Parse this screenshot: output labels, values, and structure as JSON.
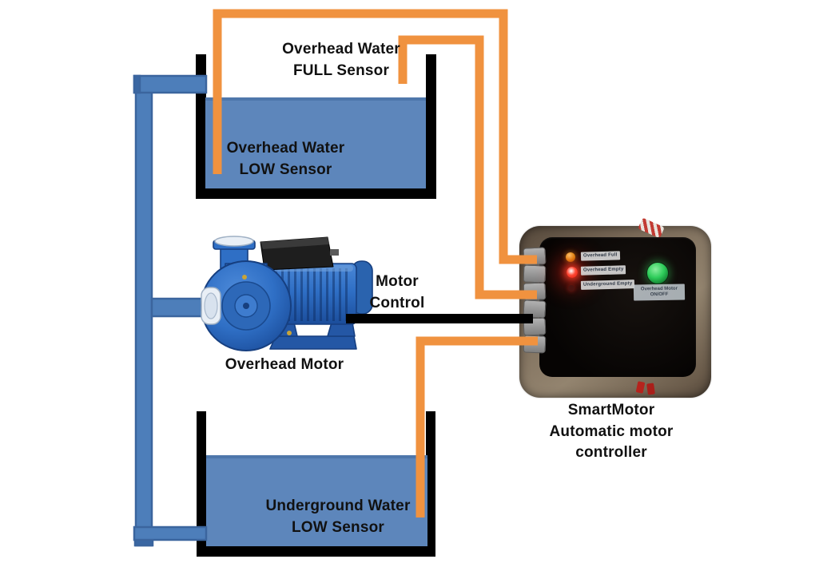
{
  "diagram": {
    "overhead_tank": {
      "full_sensor_line1": "Overhead Water",
      "full_sensor_line2": "FULL Sensor",
      "low_sensor_line1": "Overhead Water",
      "low_sensor_line2": "LOW Sensor"
    },
    "motor": {
      "control_line1": "Motor",
      "control_line2": "Control",
      "name": "Overhead Motor"
    },
    "underground_tank": {
      "low_sensor_line1": "Underground Water",
      "low_sensor_line2": "LOW Sensor"
    },
    "controller": {
      "caption_line1": "SmartMotor",
      "caption_line2": "Automatic motor",
      "caption_line3": "controller",
      "indicator_labels": [
        "Overhead Full",
        "Overhead Empty",
        "Underground Empty"
      ],
      "button_label_line1": "Overhead Motor",
      "button_label_line2": "ON/OFF"
    }
  },
  "colors": {
    "wire_orange": "#F0923F",
    "water_blue": "#5D86BB",
    "pipe_blue": "#4D7EBA",
    "pipe_border": "#3B659E",
    "outline_black": "#000000",
    "pump_blue": "#2F6FC5",
    "pump_dark": "#163F80",
    "led_amber": "#D89010",
    "led_red": "#FF2617",
    "led_green": "#2ECC5A",
    "frame_brown": "#7B6B59",
    "panel_black": "#0B0705",
    "text_black": "#111111"
  }
}
